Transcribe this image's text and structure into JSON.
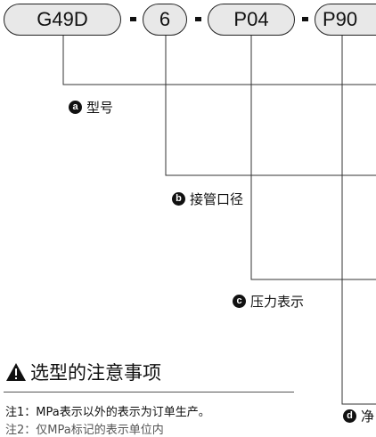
{
  "model_code": {
    "segments": [
      "G49D",
      "6",
      "P04",
      "P90"
    ],
    "separator": "-"
  },
  "callouts": [
    {
      "badge": "a",
      "text": "型号"
    },
    {
      "badge": "b",
      "text": "接管口径"
    },
    {
      "badge": "c",
      "text": "压力表示"
    },
    {
      "badge": "d",
      "text": "净"
    }
  ],
  "caution": {
    "icon": "warning-triangle-icon",
    "title": "选型的注意事项",
    "notes": [
      "注1：MPa表示以外的表示为订单生产。",
      "注2：仅MPa标记的表示单位内"
    ]
  }
}
